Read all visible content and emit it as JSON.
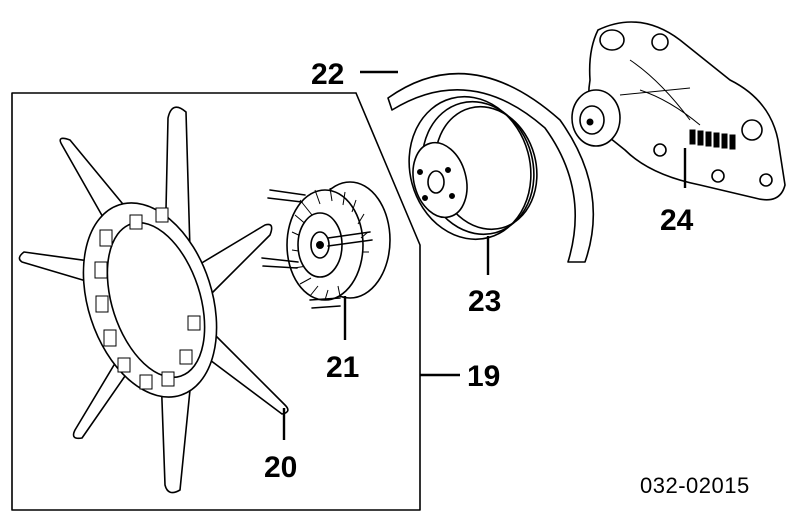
{
  "diagram": {
    "callouts": {
      "fan": "20",
      "fan_clutch": "21",
      "fan_shroud_seal": "22",
      "pulley": "23",
      "water_pump": "24",
      "assembly": "19"
    },
    "part_number": "032-02015"
  }
}
